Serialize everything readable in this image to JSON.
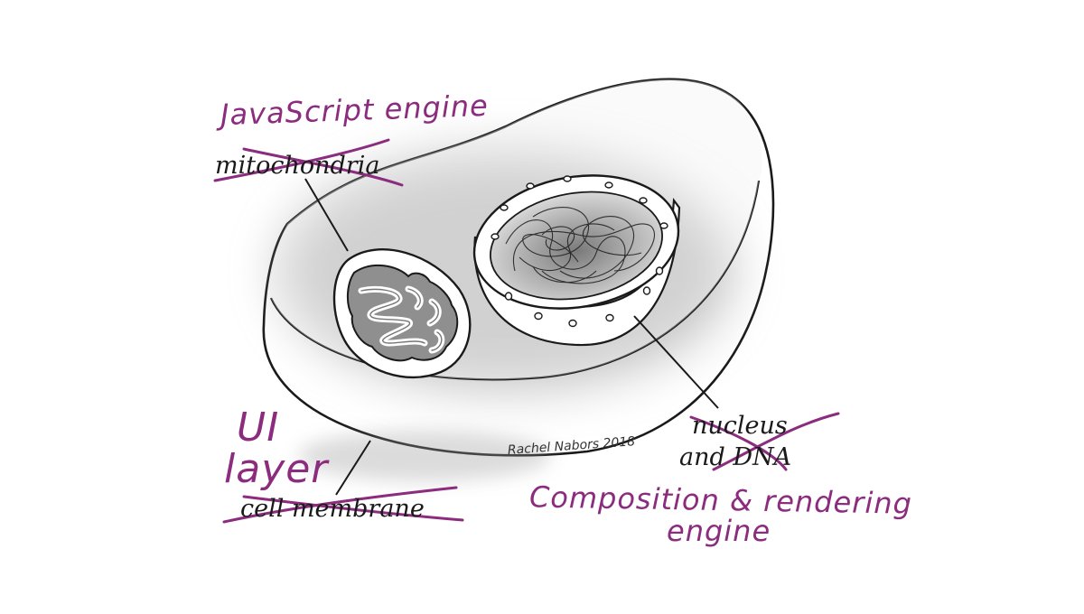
{
  "labels": {
    "mitochondria": "mitochondria",
    "mitochondria_new": "JavaScript engine",
    "membrane": "cell membrane",
    "membrane_new": "UI layer",
    "membrane_new_line1": "UI",
    "membrane_new_line2": "layer",
    "nucleus": "nucleus and DNA",
    "nucleus_line1": "nucleus",
    "nucleus_line2": "and DNA",
    "nucleus_new": "Composition & rendering engine",
    "nucleus_new_line1": "Composition & rendering",
    "nucleus_new_line2": "engine"
  },
  "signature": "Rachel Nabors 2018",
  "colors": {
    "ink": "#1a1a1a",
    "accent": "#8b2c7e",
    "shade": "#6e6e6e"
  }
}
